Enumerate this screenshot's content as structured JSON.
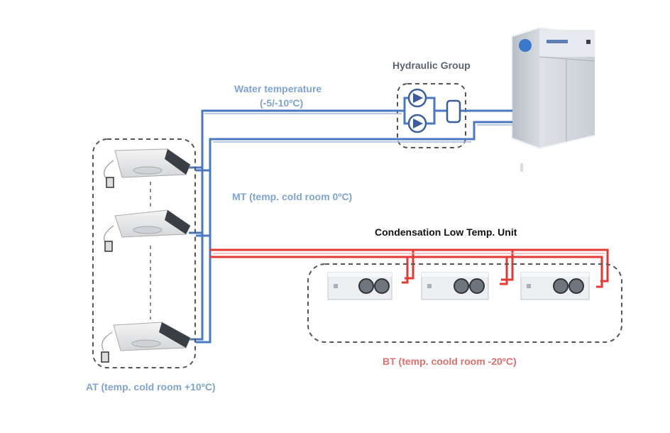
{
  "labels": {
    "hydraulic_group": "Hydraulic Group",
    "water_temp_line1": "Water temperature",
    "water_temp_line2": "(-5/-10ºC)",
    "mt": "MT (temp. cold room 0ºC)",
    "condensation": "Condensation Low Temp. Unit",
    "bt": "BT (temp. coold room -20ºC)",
    "at": "AT (temp. cold room +10ºC)"
  },
  "colors": {
    "water_pipe": "#4a78c0",
    "refrigerant_pipe": "#e53935",
    "dashed_group": "#555555",
    "label_blue": "#7fa3cf",
    "label_red": "#e0706d"
  },
  "components": {
    "chiller_icon": "chiller-unit",
    "pump_icons": [
      "pump",
      "pump"
    ],
    "tank_icon": "expansion-tank",
    "evaporators": [
      "evaporator-unit",
      "evaporator-unit",
      "evaporator-unit"
    ],
    "condensing_units": [
      "condensing-unit",
      "condensing-unit",
      "condensing-unit"
    ]
  }
}
